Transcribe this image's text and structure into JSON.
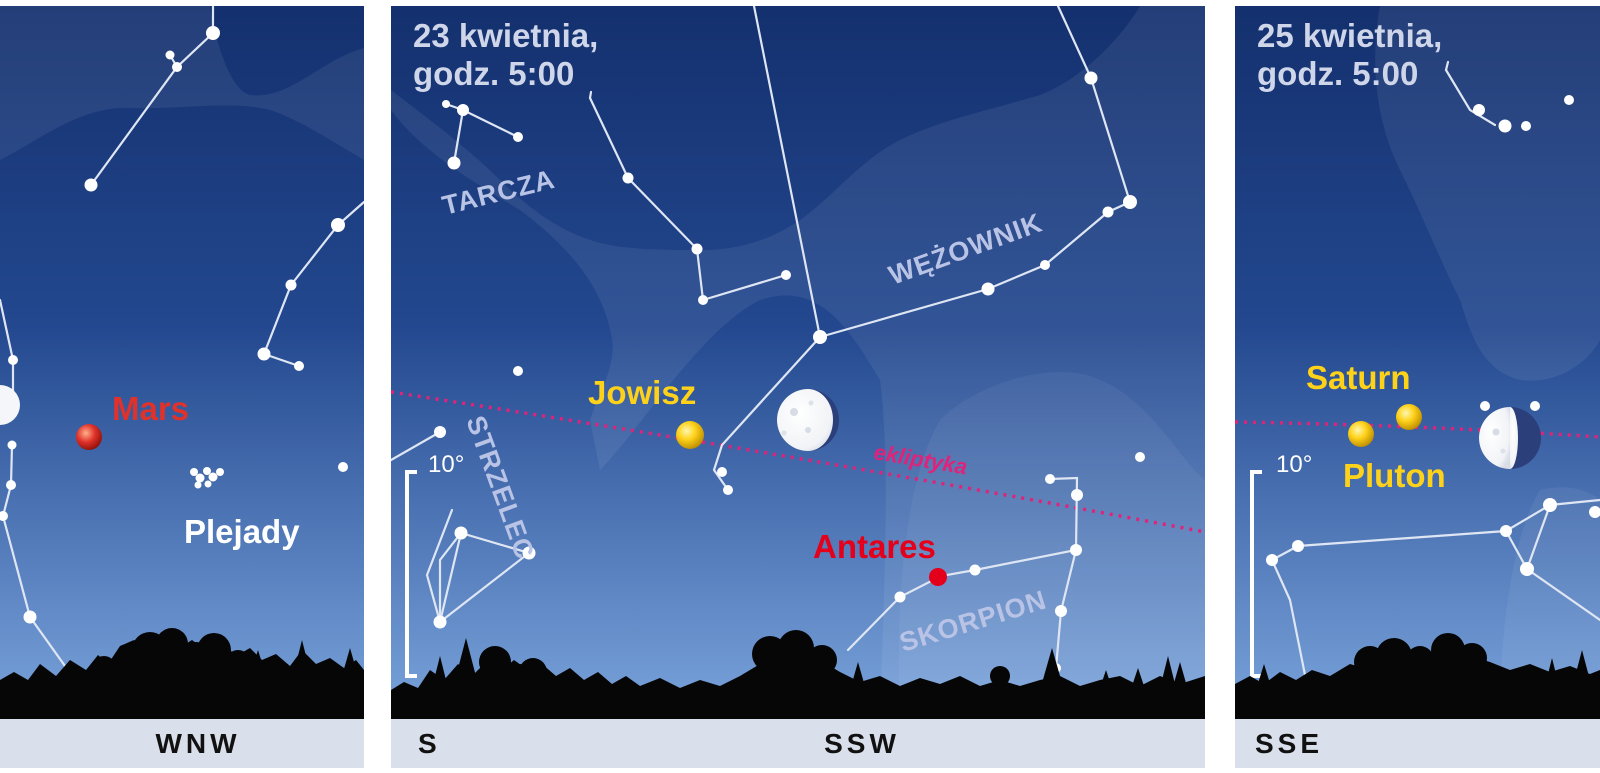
{
  "colors": {
    "sky_top": "#14306e",
    "sky_bottom": "#7aa4dc",
    "milky_way": "#ffffff",
    "ecliptic": "#e0237a",
    "planet_yellow": "#ffd21a",
    "mars_red": "#e0322a",
    "antares_red": "#e4001b",
    "label_white": "#ffffff",
    "constellation_label": "#b9c3e6",
    "ground_strip": "#d9dfeb",
    "trees": "#060606"
  },
  "panels": [
    {
      "id": "panel-wnw",
      "direction_labels": [
        "WNW"
      ],
      "objects": [
        {
          "name": "Mars",
          "kind": "planet",
          "color": "#e0322a"
        },
        {
          "name": "Plejady",
          "kind": "cluster",
          "color": "#ffffff"
        }
      ],
      "constellations": []
    },
    {
      "id": "panel-ssw",
      "date_lines": [
        "23 kwietnia,",
        "godz. 5:00"
      ],
      "direction_labels": [
        "S",
        "SSW"
      ],
      "scale": "10°",
      "ecliptic_label": "ekliptyka",
      "objects": [
        {
          "name": "Jowisz",
          "kind": "planet",
          "color": "#ffd21a"
        },
        {
          "name": "Antares",
          "kind": "star",
          "color": "#e4001b"
        }
      ],
      "constellations": [
        "TARCZA",
        "WĘŻOWNIK",
        "STRZELEC",
        "SKORPION"
      ],
      "moon_phase": "waning gibbous"
    },
    {
      "id": "panel-sse",
      "date_lines": [
        "25 kwietnia,",
        "godz. 5:00"
      ],
      "direction_labels": [
        "SSE"
      ],
      "scale": "10°",
      "objects": [
        {
          "name": "Saturn",
          "kind": "planet",
          "color": "#ffd21a"
        },
        {
          "name": "Pluton",
          "kind": "dwarf-planet",
          "color": "#ffd21a"
        }
      ],
      "constellations": [],
      "moon_phase": "last quarter"
    }
  ]
}
